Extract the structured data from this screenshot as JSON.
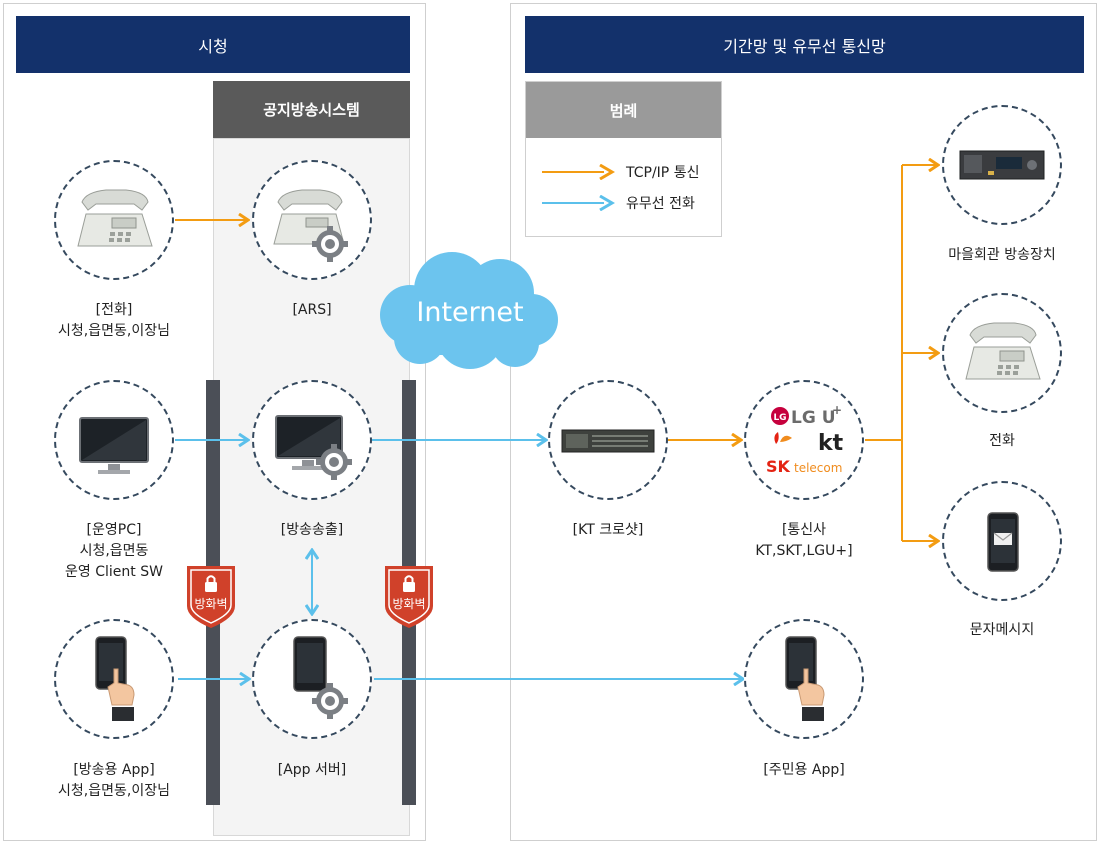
{
  "sections": {
    "city": "시청",
    "backbone": "기간망 및 유무선 통신망",
    "system": "공지방송시스템"
  },
  "legend": {
    "title": "범례",
    "items": [
      {
        "label": "TCP/IP 통신",
        "color": "#f39c12"
      },
      {
        "label": "유무선 전화",
        "color": "#5bc0eb"
      }
    ]
  },
  "internet": "Internet",
  "firewall": "방화벽",
  "nodes": {
    "phone": [
      "[전화]",
      "시청,읍면동,이장님"
    ],
    "ars": [
      "[ARS]"
    ],
    "pc": [
      "[운영PC]",
      "시청,읍면동",
      "운영 Client SW"
    ],
    "broadcast": [
      "[방송송출]"
    ],
    "app": [
      "[방송용 App]",
      "시청,읍면동,이장님"
    ],
    "app_server": [
      "[App 서버]"
    ],
    "kt_crossbar": [
      "[KT 크로샷]"
    ],
    "telecom": [
      "[통신사",
      "KT,SKT,LGU+]"
    ],
    "resident_app": [
      "[주민용 App]"
    ],
    "village_device": [
      "마을회관 방송장치"
    ],
    "tel": [
      "전화"
    ],
    "sms": [
      "문자메시지"
    ]
  },
  "logos": {
    "lgu": "LG U",
    "lgu_plus": "+",
    "kt": "kt",
    "sk": "SK",
    "sk_telecom": "telecom"
  },
  "colors": {
    "navy": "#13316b",
    "orange": "#f39c12",
    "blue": "#5bc0eb",
    "firewall": "#d0412a"
  }
}
